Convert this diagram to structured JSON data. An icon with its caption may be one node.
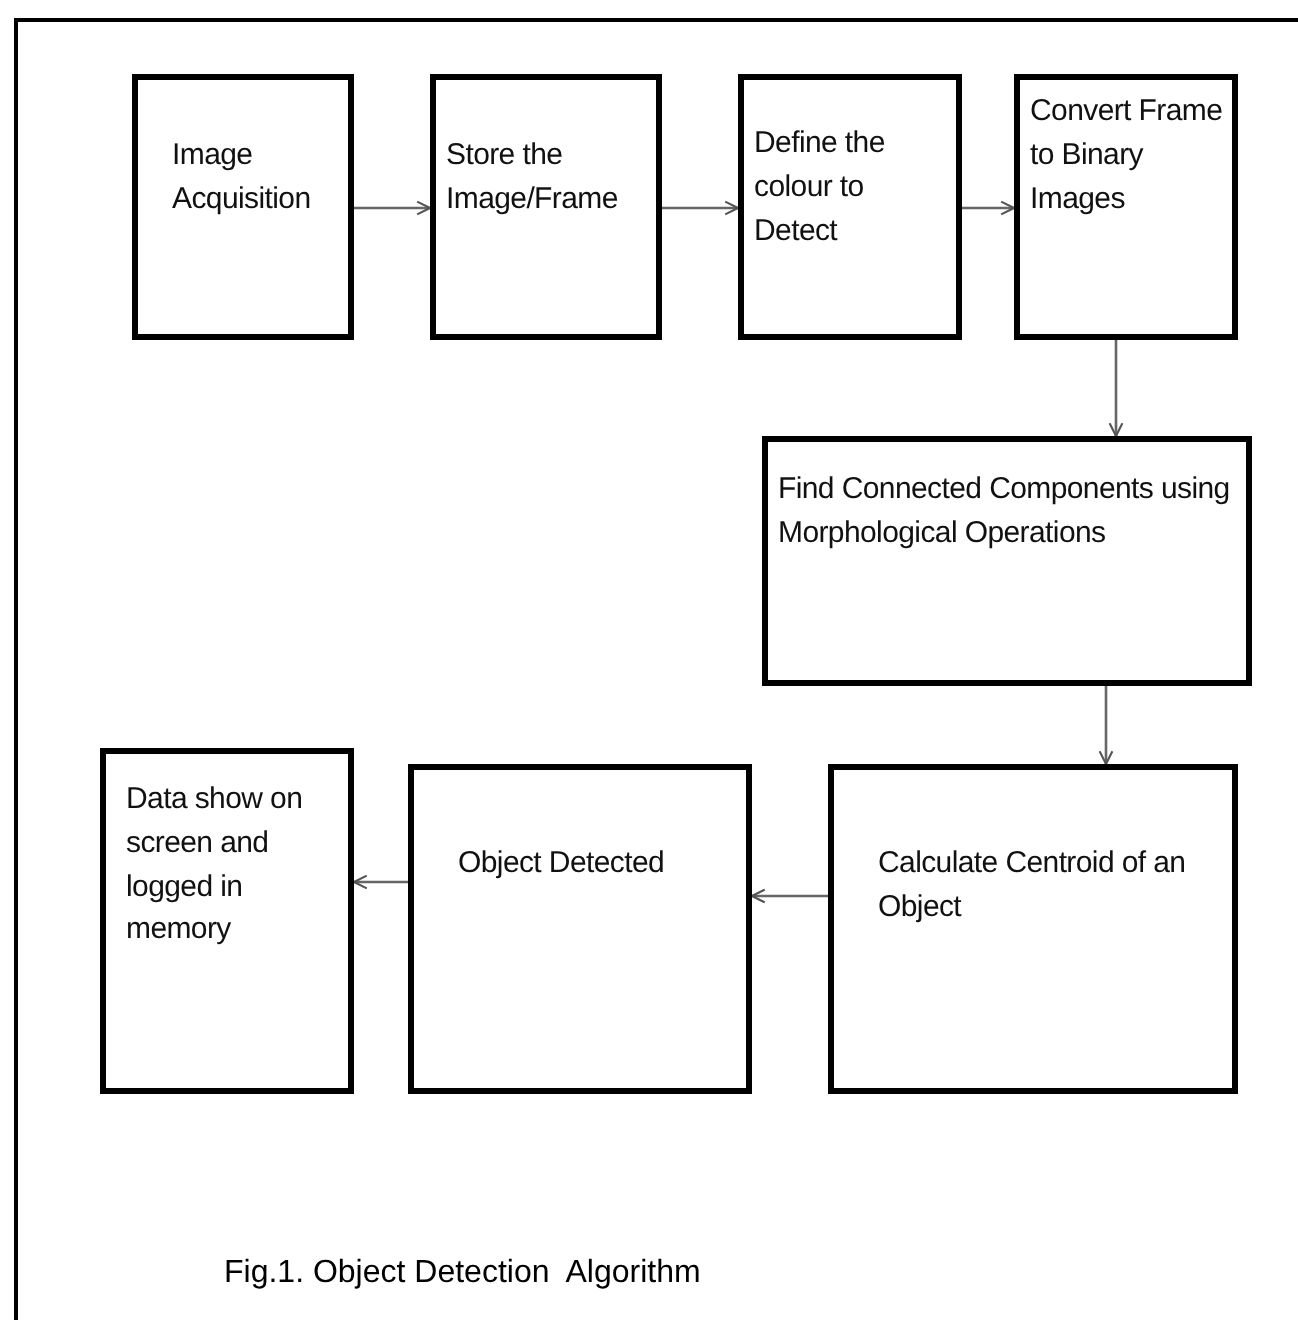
{
  "diagram": {
    "caption": "Fig.1. Object Detection  Algorithm",
    "nodes": [
      {
        "text": [
          "Image Acquisition"
        ]
      },
      {
        "text": [
          "Store the Image/Frame"
        ]
      },
      {
        "text": [
          "Define the colour to Detect"
        ]
      },
      {
        "text": [
          "Convert Frame to Binary Images"
        ]
      },
      {
        "text": [
          "Find Connected Components using Morphological Operations"
        ]
      },
      {
        "text": [
          "Calculate Centroid of an Object"
        ]
      },
      {
        "text": [
          "Object Detected"
        ]
      },
      {
        "text": [
          "Data show on screen and logged in memory"
        ]
      }
    ],
    "edges": [
      {
        "from": 0,
        "to": 1,
        "arrow": "to"
      },
      {
        "from": 1,
        "to": 2,
        "arrow": "to"
      },
      {
        "from": 2,
        "to": 3,
        "arrow": "to"
      },
      {
        "from": 3,
        "to": 4,
        "arrow": "to"
      },
      {
        "from": 4,
        "to": 5,
        "arrow": "to"
      },
      {
        "from": 5,
        "to": 6,
        "arrow": "to"
      },
      {
        "from": 6,
        "to": 7,
        "arrow": "to"
      }
    ]
  }
}
